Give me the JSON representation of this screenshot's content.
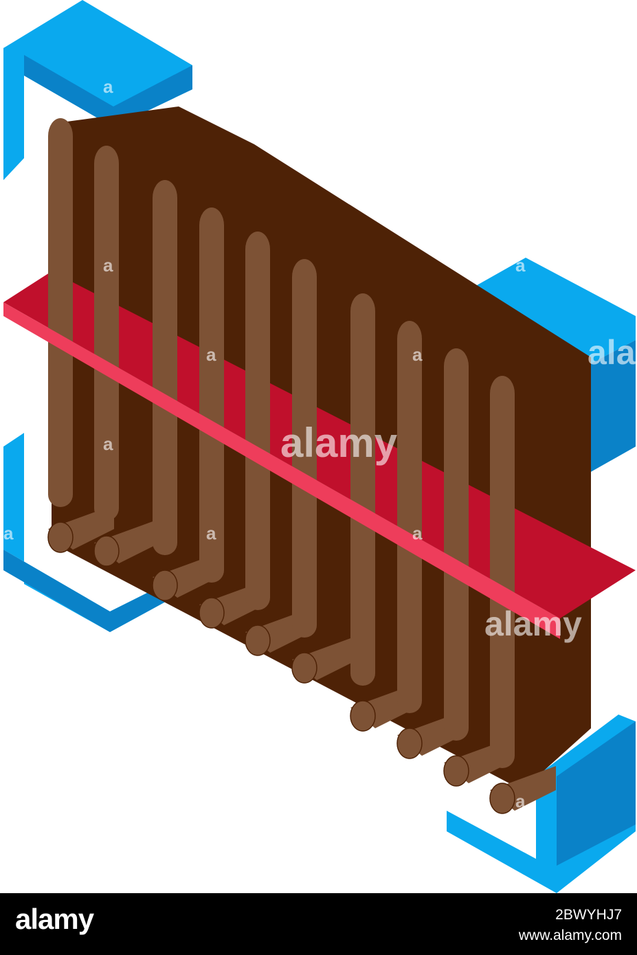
{
  "colors": {
    "bar_dark": "#4e2206",
    "bar_light": "#7d5235",
    "bracket_top": "#0aa9ee",
    "bracket_side": "#0a82c8",
    "laser_light": "#ee3d5b",
    "laser_dark": "#c0102c",
    "background": "#ffffff",
    "footer_bg": "#000000"
  },
  "watermark": {
    "text": "alamy",
    "small_text": "a"
  },
  "footer": {
    "logo": "alamy",
    "image_id": "2BWYHJ7",
    "url": "www.alamy.com"
  }
}
